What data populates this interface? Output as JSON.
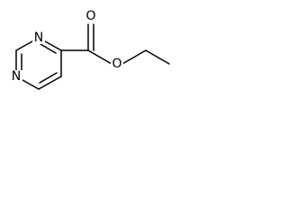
{
  "molecule": {
    "atoms": [
      {
        "id": "n_top",
        "symbol": "N"
      },
      {
        "id": "n_bottom",
        "symbol": "N"
      },
      {
        "id": "o_carbonyl",
        "symbol": "O"
      },
      {
        "id": "o_ester",
        "symbol": "O"
      }
    ]
  }
}
